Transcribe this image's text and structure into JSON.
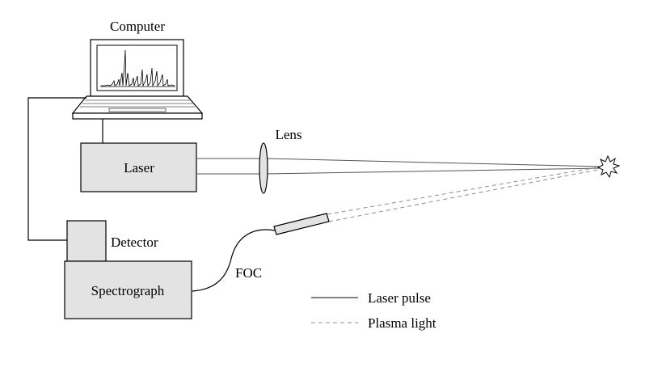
{
  "labels": {
    "computer": "Computer",
    "laser": "Laser",
    "lens": "Lens",
    "detector": "Detector",
    "spectrograph": "Spectrograph",
    "foc": "FOC"
  },
  "legend": {
    "solid": "Laser pulse",
    "dashed": "Plasma light"
  },
  "colors": {
    "box_fill": "#e3e3e3",
    "stroke": "#000000",
    "beam": "#555555",
    "plasma": "#8c8c8c"
  },
  "icons": {
    "plasma_spark": "starburst-icon",
    "laptop": "laptop-icon"
  }
}
